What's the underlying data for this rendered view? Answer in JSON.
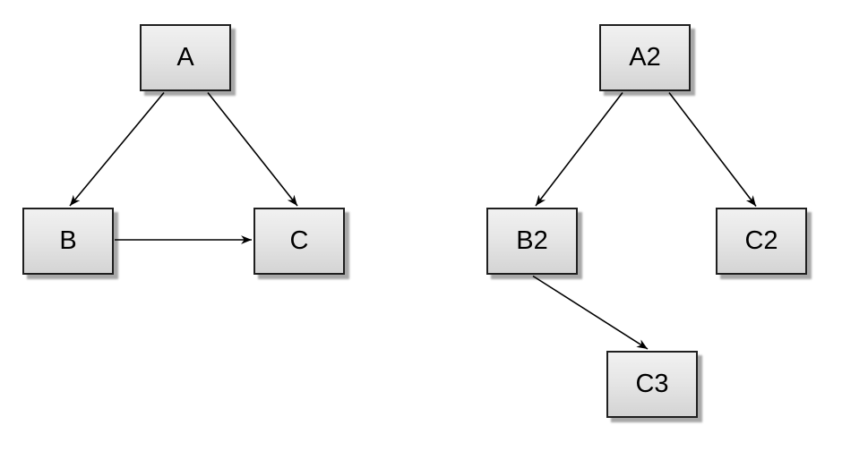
{
  "diagram": {
    "background_color": "#ffffff",
    "node_style": {
      "fill_top": "#f1f1f1",
      "fill_bottom": "#d4d4d4",
      "border_color": "#1f1f1f",
      "shadow_color": "#a8a8a8",
      "text_color": "#000000"
    },
    "edge_style": {
      "color": "#000000",
      "arrowhead": "filled-stick-arrow"
    },
    "nodes": [
      {
        "id": "A",
        "label": "A"
      },
      {
        "id": "B",
        "label": "B"
      },
      {
        "id": "C",
        "label": "C"
      },
      {
        "id": "A2",
        "label": "A2"
      },
      {
        "id": "B2",
        "label": "B2"
      },
      {
        "id": "C2",
        "label": "C2"
      },
      {
        "id": "C3",
        "label": "C3"
      }
    ],
    "edges": [
      {
        "from": "A",
        "to": "B"
      },
      {
        "from": "A",
        "to": "C"
      },
      {
        "from": "B",
        "to": "C"
      },
      {
        "from": "A2",
        "to": "B2"
      },
      {
        "from": "A2",
        "to": "C2"
      },
      {
        "from": "B2",
        "to": "C3"
      }
    ]
  }
}
